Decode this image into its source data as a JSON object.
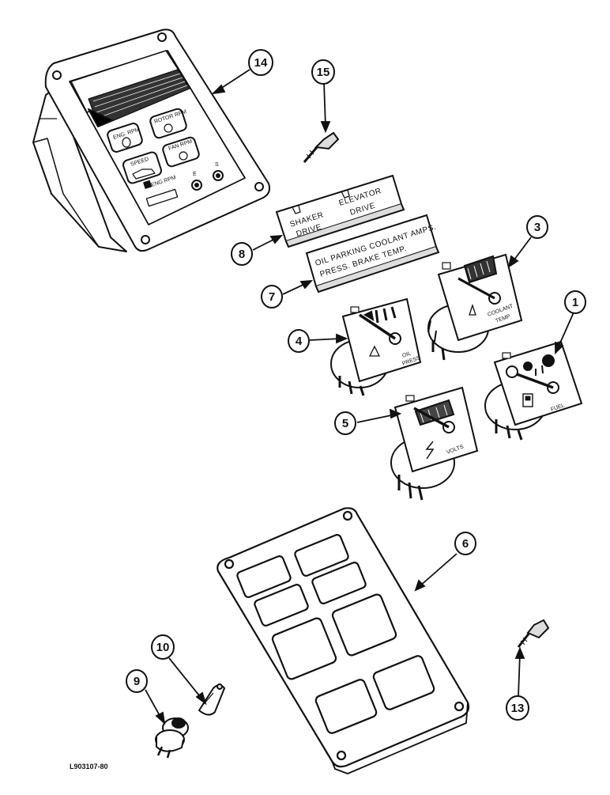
{
  "callouts": {
    "c1": "1",
    "c3": "3",
    "c4": "4",
    "c5": "5",
    "c6": "6",
    "c7": "7",
    "c8": "8",
    "c9": "9",
    "c10": "10",
    "c13": "13",
    "c14": "14",
    "c15": "15"
  },
  "tachometer": {
    "eng_rpm": "ENG. RPM",
    "rotor_rpm": "ROTOR RPM",
    "speed": "SPEED",
    "fan_rpm": "FAN RPM",
    "eng_rpm_small": "ENG RPM",
    "knob_e": "E",
    "knob_s": "S"
  },
  "drive_decal": {
    "shaker": "SHAKER",
    "shaker2": "DRIVE",
    "elevator": "ELEVATOR",
    "elevator2": "DRIVE"
  },
  "gauge_decal": {
    "line1": "OIL  PARKING COOLANT  AMPS.",
    "line2": "PRESS.  BRAKE  TEMP."
  },
  "gauges": {
    "oil": "OIL",
    "press": "PRESS",
    "coolant": "COOLANT",
    "temp": "TEMP",
    "volts": "VOLTS",
    "fuel": "FUEL"
  },
  "reference": "L903107-80"
}
